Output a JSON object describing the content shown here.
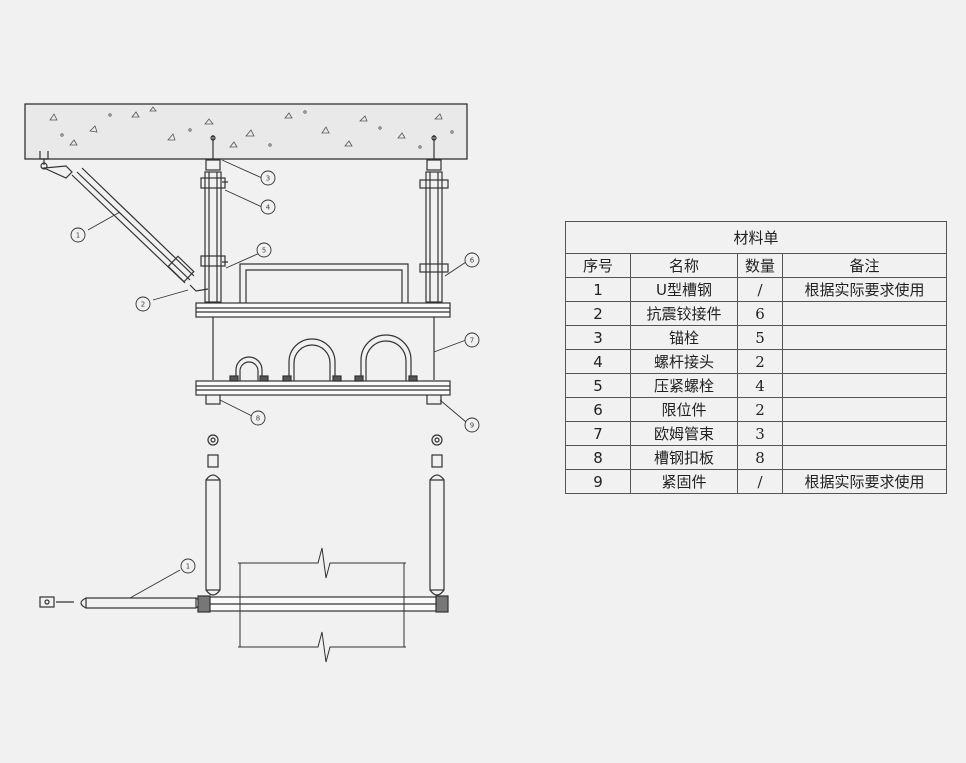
{
  "materials_table": {
    "title": "材料单",
    "headers": [
      "序号",
      "名称",
      "数量",
      "备注"
    ],
    "rows": [
      {
        "no": "1",
        "name": "U型槽钢",
        "qty": "/",
        "note": "根据实际要求使用"
      },
      {
        "no": "2",
        "name": "抗震铰接件",
        "qty": "6",
        "note": ""
      },
      {
        "no": "3",
        "name": "锚栓",
        "qty": "5",
        "note": ""
      },
      {
        "no": "4",
        "name": "螺杆接头",
        "qty": "2",
        "note": ""
      },
      {
        "no": "5",
        "name": "压紧螺栓",
        "qty": "4",
        "note": ""
      },
      {
        "no": "6",
        "name": "限位件",
        "qty": "2",
        "note": ""
      },
      {
        "no": "7",
        "name": "欧姆管束",
        "qty": "3",
        "note": ""
      },
      {
        "no": "8",
        "name": "槽钢扣板",
        "qty": "8",
        "note": ""
      },
      {
        "no": "9",
        "name": "紧固件",
        "qty": "/",
        "note": "根据实际要求使用"
      }
    ]
  },
  "callouts": {
    "elevation": [
      "1",
      "2",
      "3",
      "4",
      "5",
      "6",
      "7",
      "8",
      "9"
    ],
    "plan": [
      "1"
    ]
  },
  "colors": {
    "line": "#333333",
    "paper": "#f1f1f1",
    "slab": "#e9e9e9"
  }
}
